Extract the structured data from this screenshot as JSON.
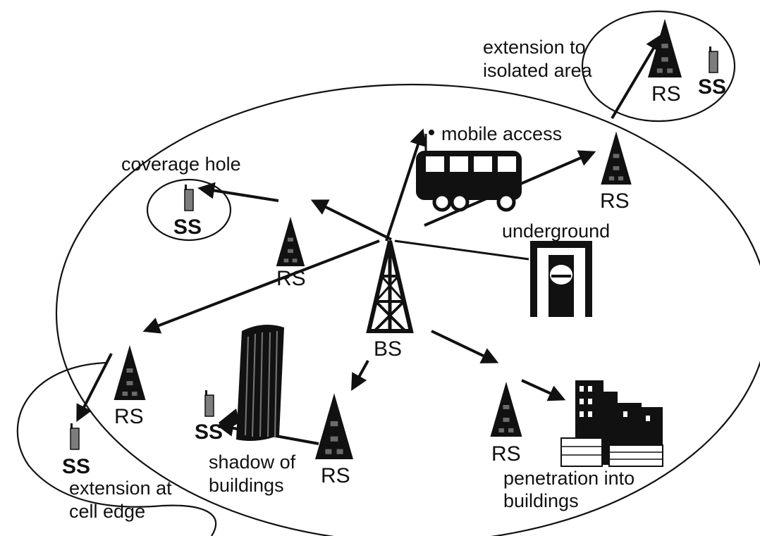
{
  "labels": {
    "bs": "BS",
    "rs": "RS",
    "ss": "SS",
    "coverage_hole": "coverage hole",
    "mobile_access": "mobile access",
    "underground": "underground",
    "isolated_line1": "extension to",
    "isolated_line2": "isolated area",
    "cell_edge_line1": "extension at",
    "cell_edge_line2": "cell edge",
    "shadow_line1": "shadow of",
    "shadow_line2": "buildings",
    "penetration_line1": "penetration into",
    "penetration_line2": "buildings"
  },
  "colors": {
    "ink": "#111111",
    "background": "#ffffff",
    "tower_dots": "#6a6a6a",
    "phone_fill": "#7d7d7d"
  },
  "icons": [
    "tower-icon",
    "phone-icon",
    "bus-icon",
    "underground-icon",
    "building-icon",
    "city-buildings-icon"
  ]
}
